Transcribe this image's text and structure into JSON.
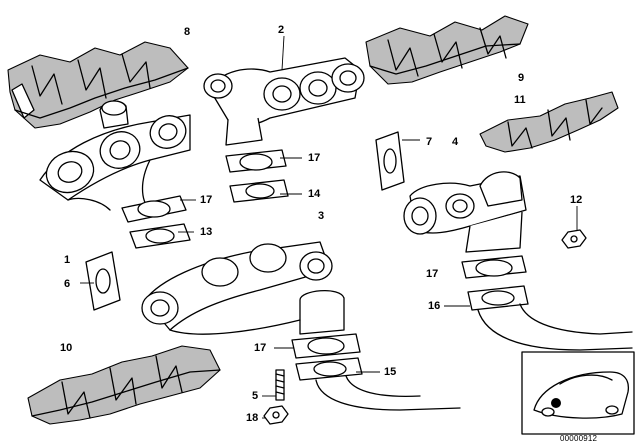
{
  "callouts": {
    "c1": "1",
    "c2": "2",
    "c3": "3",
    "c4": "4",
    "c5": "5",
    "c6": "6",
    "c7": "7",
    "c8": "8",
    "c9": "9",
    "c10": "10",
    "c11": "11",
    "c12": "12",
    "c13": "13",
    "c14": "14",
    "c15": "15",
    "c16": "16",
    "c17_a": "17",
    "c17_b": "17",
    "c17_c": "17",
    "c17_d": "17",
    "c18": "18"
  },
  "reference_code": "00000912"
}
